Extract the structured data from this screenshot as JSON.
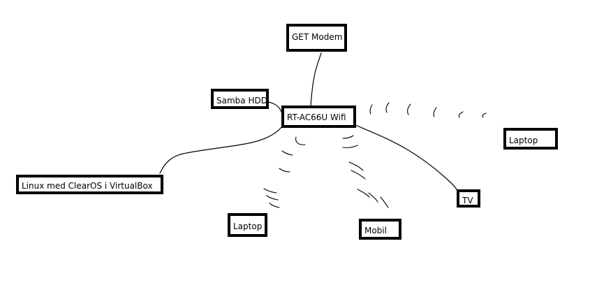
{
  "diagram": {
    "nodes": {
      "modem": "GET Modem",
      "samba": "Samba HDD",
      "router": "RT-AC66U Wifi",
      "linux": "Linux med ClearOS i VirtualBox",
      "laptop_right": "Laptop",
      "tv": "TV",
      "laptop_bottom": "Laptop",
      "mobil": "Mobil"
    },
    "edges": [
      {
        "from": "router",
        "to": "modem",
        "style": "wired"
      },
      {
        "from": "router",
        "to": "samba",
        "style": "wired"
      },
      {
        "from": "router",
        "to": "linux",
        "style": "wired"
      },
      {
        "from": "router",
        "to": "tv",
        "style": "wired"
      },
      {
        "from": "router",
        "to": "laptop_right",
        "style": "wireless"
      },
      {
        "from": "router",
        "to": "laptop_bottom",
        "style": "wireless"
      },
      {
        "from": "router",
        "to": "mobil",
        "style": "wireless"
      }
    ],
    "colors": {
      "ink": "#000000",
      "background": "#ffffff"
    }
  }
}
